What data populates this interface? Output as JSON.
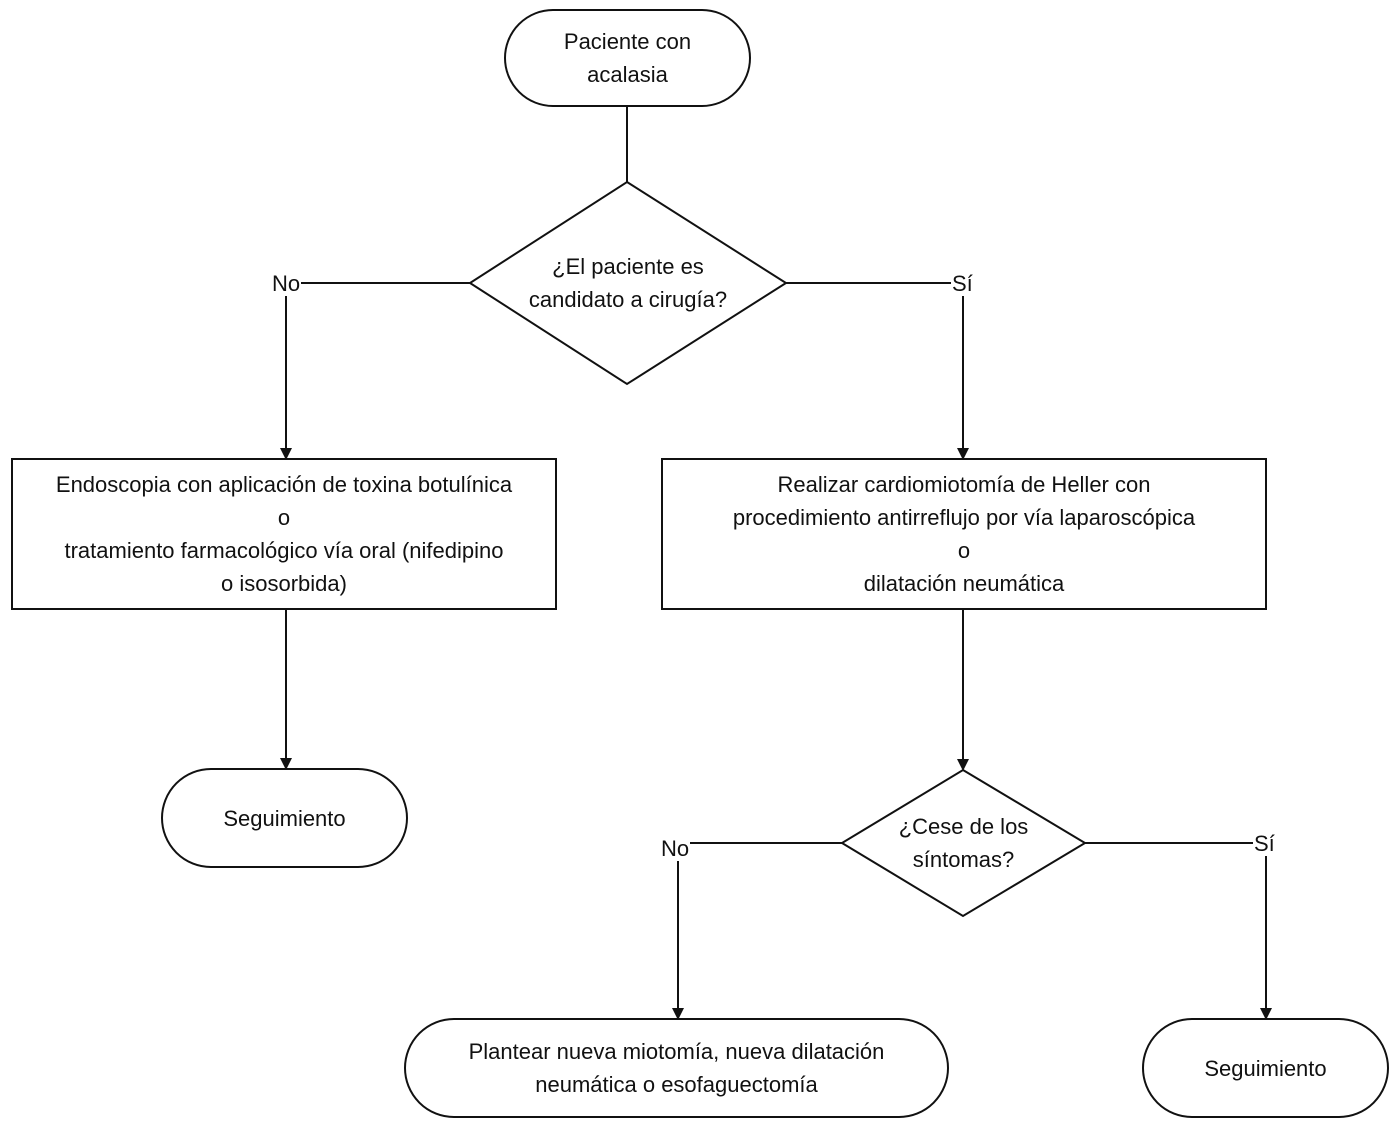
{
  "nodes": {
    "start": {
      "lines": [
        "Paciente con",
        "acalasia"
      ]
    },
    "decision1": {
      "lines": [
        "¿El paciente es",
        "candidato a cirugía?"
      ]
    },
    "left_box": {
      "lines": [
        "Endoscopia con aplicación de toxina botulínica",
        "o",
        "tratamiento farmacológico vía oral (nifedipino",
        "o isosorbida)"
      ]
    },
    "right_box": {
      "lines": [
        "Realizar cardiomiotomía de Heller con",
        "procedimiento antirreflujo por vía laparoscópica",
        "o",
        "dilatación neumática"
      ]
    },
    "follow_left": {
      "lines": [
        "Seguimiento"
      ]
    },
    "decision2": {
      "lines": [
        "¿Cese de los",
        "síntomas?"
      ]
    },
    "bottom_left": {
      "lines": [
        "Plantear nueva miotomía, nueva dilatación",
        "neumática o esofaguectomía"
      ]
    },
    "follow_right": {
      "lines": [
        "Seguimiento"
      ]
    }
  },
  "edge_labels": {
    "d1_no": "No",
    "d1_si": "Sí",
    "d2_no": "No",
    "d2_si": "Sí"
  }
}
